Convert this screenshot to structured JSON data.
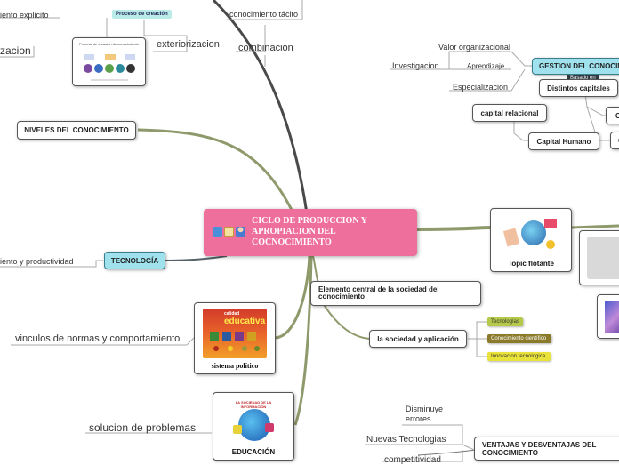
{
  "central": {
    "title": "CICLO DE PRODUCCION Y APROPIACION DEL COCNOCIMIENTO"
  },
  "top_left": {
    "explicito": "iento explicito",
    "proceso": "Proceso de creación",
    "zacion": "zacion",
    "exteriorizacion": "exteriorizacion",
    "tacito": "conocimiento tácito",
    "combinacion": "combinacion",
    "thumb_title": "Proceso de creación de conocimiento"
  },
  "niveles": "NIVELES DEL CONOCIMIENTO",
  "tecnologia": {
    "label": "TECNOLOGÍA",
    "left_text": "iento y productividad"
  },
  "politico": {
    "caption": "sistema político",
    "left_text": "vinculos de normas y comportamiento",
    "img_line1": "calidad",
    "img_line2": "educativa"
  },
  "educacion": {
    "caption": "EDUCACIÓN",
    "left_text": "solucion de problemas",
    "img_title": "LA SOCIEDAD DE LA INFORMACIÓN"
  },
  "gestion": {
    "label": "GESTION DEL CONOCIM",
    "valor": "Valor organizacional",
    "investigacion": "Investigacion",
    "aprendizaje": "Aprendizaje",
    "especializacion": "Especializacion",
    "basado": "Basado en",
    "distintos": "Distintos capitales",
    "relacional": "capital relacional",
    "humano": "Capital Humano",
    "c1": "C",
    "c2": "C"
  },
  "topic": {
    "caption": "Topic flotante"
  },
  "elemento": "Elemento central de la sociedad del conocimiento",
  "sociedad": {
    "label": "la sociedad y aplicación",
    "tags": [
      {
        "text": "Tecnologías",
        "color": "#b7c94a"
      },
      {
        "text": "Conocimiento científico",
        "color": "#8a7a2a"
      },
      {
        "text": "Innovacion tecnologica",
        "color": "#e8e23a"
      }
    ]
  },
  "ventajas": {
    "label": "VENTAJAS Y DESVENTAJAS DEL CONOCIMIENTO",
    "disminuye": "Disminuye errores",
    "nuevas": "Nuevas Tecnologias",
    "competitividad": "competitividad"
  },
  "colors": {
    "central": "#ee6f9c",
    "branch": "#8f9a6c",
    "cyan": "#9fe2ee"
  }
}
